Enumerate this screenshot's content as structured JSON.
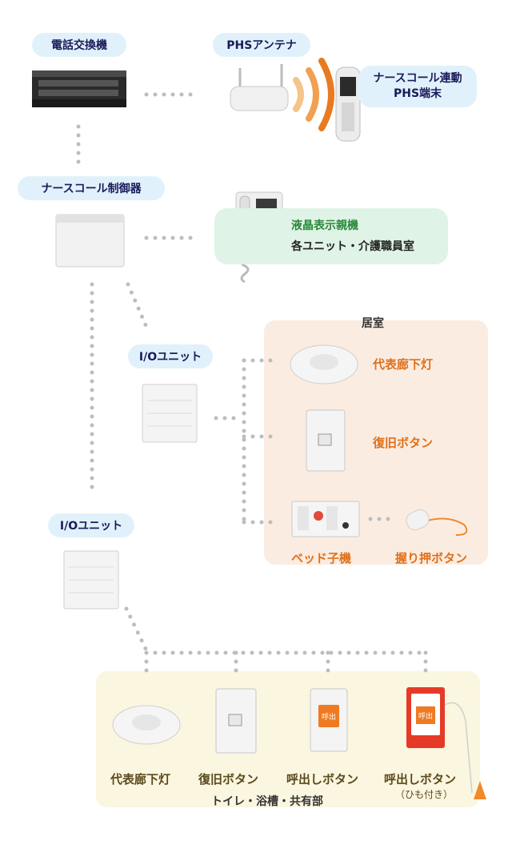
{
  "devices": {
    "exchange": "電話交換機",
    "phs_antenna": "PHSアンテナ",
    "phs_terminal_line1": "ナースコール連動",
    "phs_terminal_line2": "PHS端末",
    "nurse_call_controller": "ナースコール制御器",
    "lcd_master_title": "液晶表示親機",
    "lcd_master_sub": "各ユニット・介護職員室",
    "io_unit_1": "I/Oユニット",
    "io_unit_2": "I/Oユニット"
  },
  "room": {
    "title": "居室",
    "corridor_light": "代表廊下灯",
    "reset_button": "復旧ボタン",
    "bed_unit": "ベッド子機",
    "grip_button": "握り押ボタン"
  },
  "toilet": {
    "title": "トイレ・浴槽・共有部",
    "corridor_light": "代表廊下灯",
    "reset_button": "復旧ボタン",
    "call_button": "呼出しボタン",
    "call_button_cord": "呼出しボタン",
    "cord_note": "（ひも付き）",
    "call_face_text": "呼出"
  },
  "colors": {
    "pill_blue": "#e1f1fb",
    "pill_green": "#dff3e6",
    "room_bg": "#fbece1",
    "toilet_bg": "#fbf6e0",
    "accent_orange": "#e0701a",
    "dots": "#bdbdbd"
  }
}
